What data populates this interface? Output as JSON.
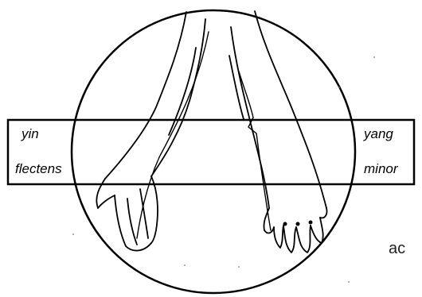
{
  "labels": {
    "left_top": "yin",
    "left_bottom": "flectens",
    "right_top": "yang",
    "right_bottom": "minor",
    "edge_fragment": "ac"
  },
  "colors": {
    "ink": "#000000",
    "background": "#ffffff"
  }
}
